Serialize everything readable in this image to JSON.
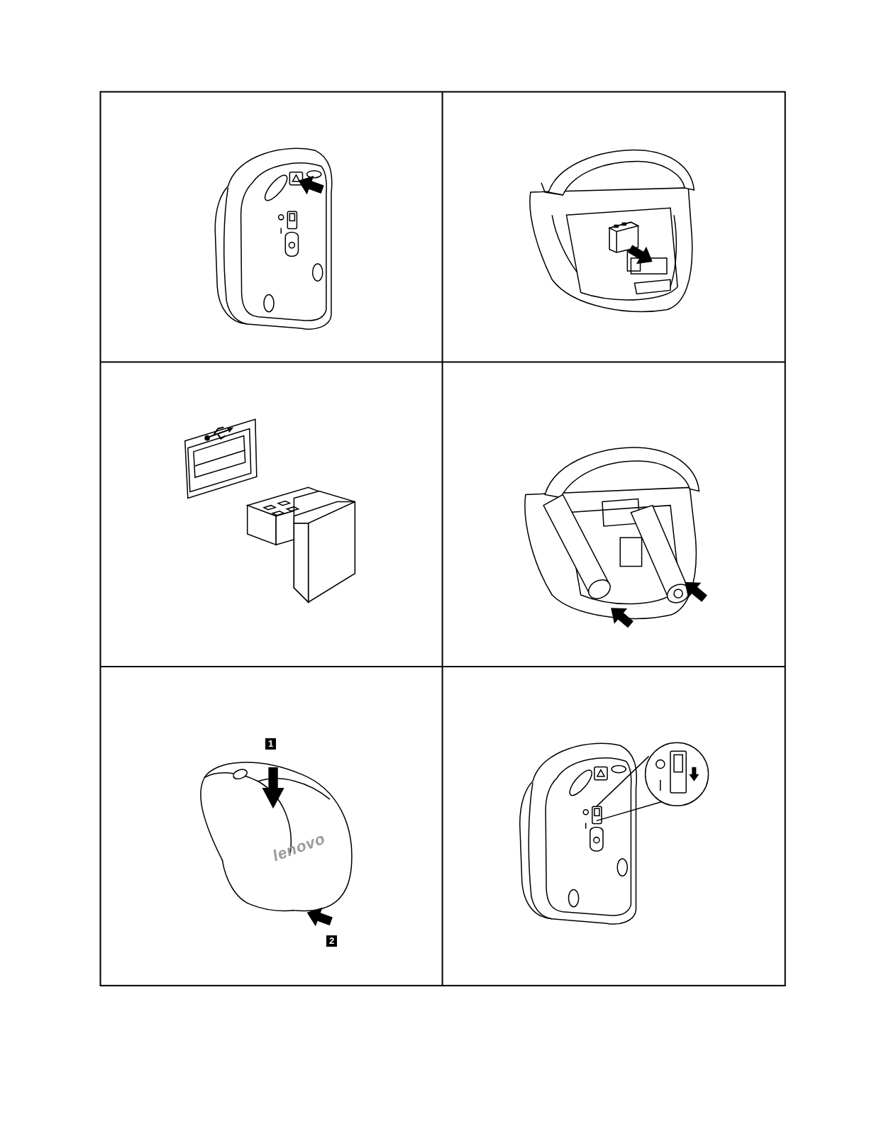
{
  "diagram": {
    "labels": [
      "1",
      "2",
      "lenovo"
    ]
  }
}
